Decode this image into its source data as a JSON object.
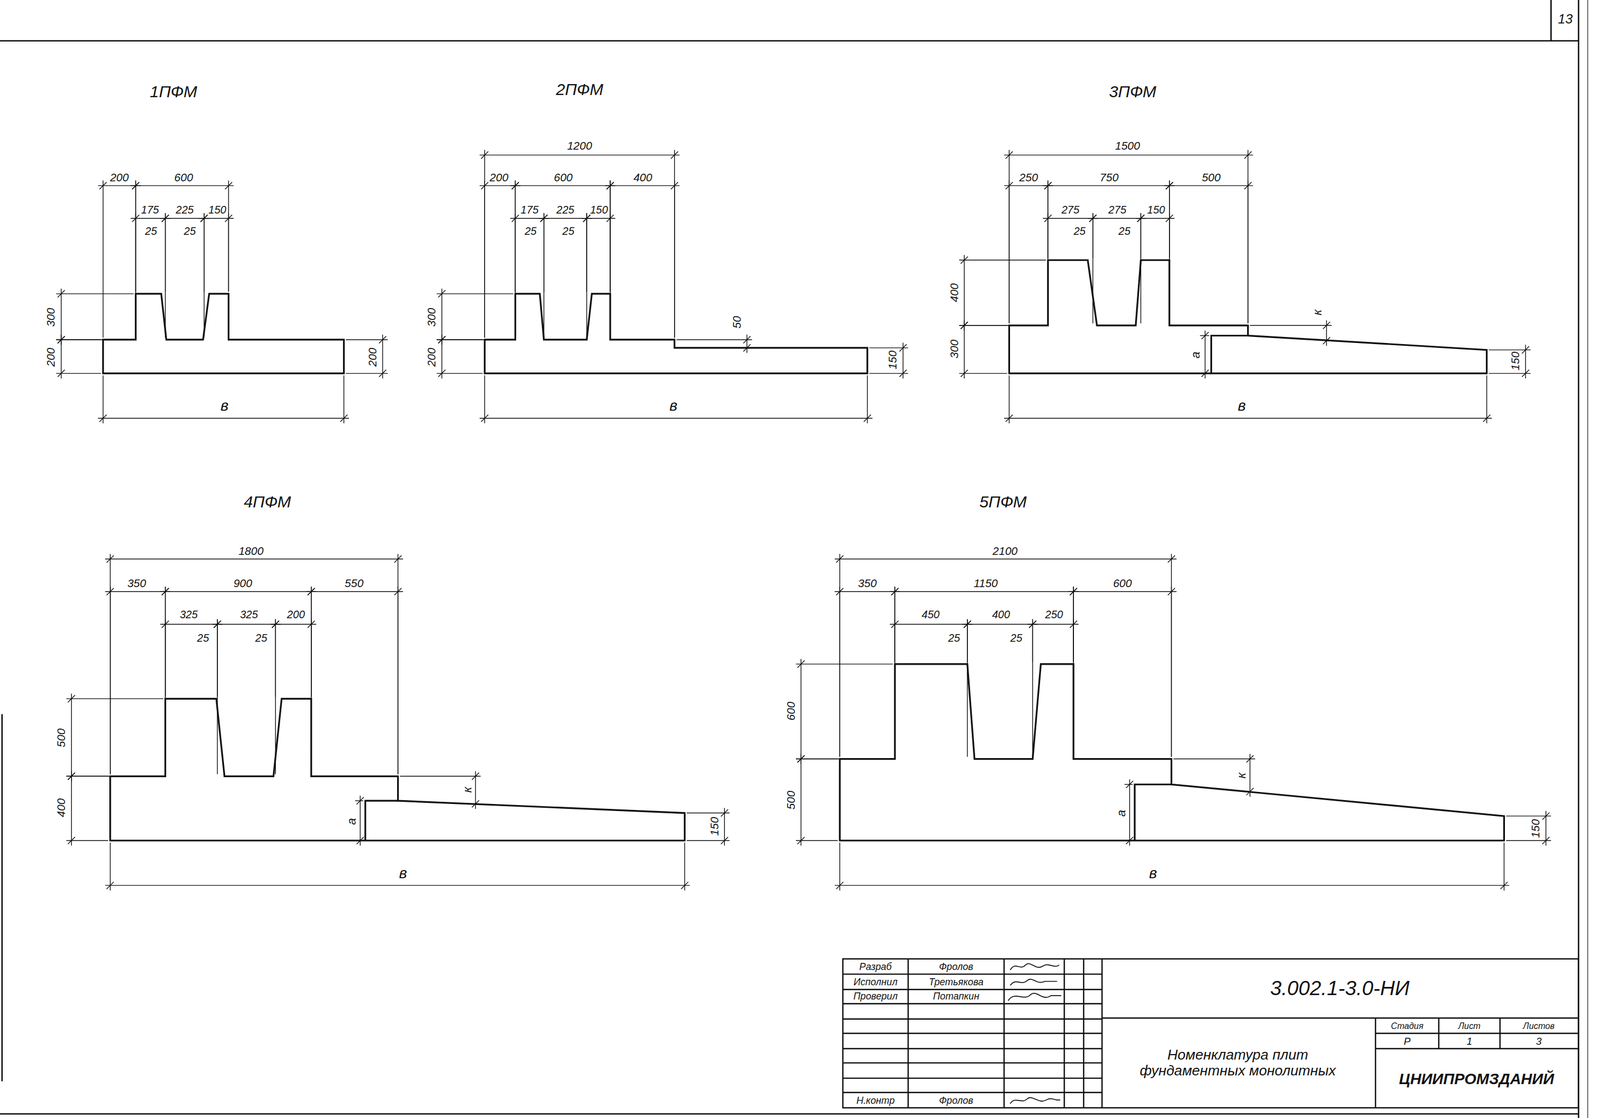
{
  "diagram": {
    "labels": [
      "13",
      "1ПФМ",
      "2ПФМ",
      "3ПФМ",
      "4ПФМ",
      "5ПФМ",
      "200",
      "600",
      "175",
      "225",
      "150",
      "25",
      "25",
      "300",
      "200",
      "200",
      "в",
      "1200",
      "200",
      "600",
      "400",
      "175",
      "225",
      "150",
      "25",
      "25",
      "300",
      "200",
      "50",
      "150",
      "в",
      "1500",
      "250",
      "750",
      "500",
      "275",
      "275",
      "150",
      "25",
      "25",
      "400",
      "300",
      "к",
      "а",
      "150",
      "в",
      "1800",
      "350",
      "900",
      "550",
      "325",
      "325",
      "200",
      "25",
      "25",
      "500",
      "400",
      "к",
      "а",
      "150",
      "в",
      "2100",
      "350",
      "1150",
      "600",
      "450",
      "400",
      "250",
      "25",
      "25",
      "600",
      "500",
      "к",
      "а",
      "150",
      "в",
      "Разраб",
      "Фролов",
      "Исполнил",
      "Третьякова",
      "Проверил",
      "Потапкин",
      "Н.контр",
      "Фролов",
      "3.002.1-3.0-НИ",
      "Номенклатура плит фундаментных монолитных",
      "Стадия",
      "Лист",
      "Листов",
      "Р",
      "1",
      "3",
      "ЦНИИПРОМЗДАНИЙ"
    ]
  }
}
